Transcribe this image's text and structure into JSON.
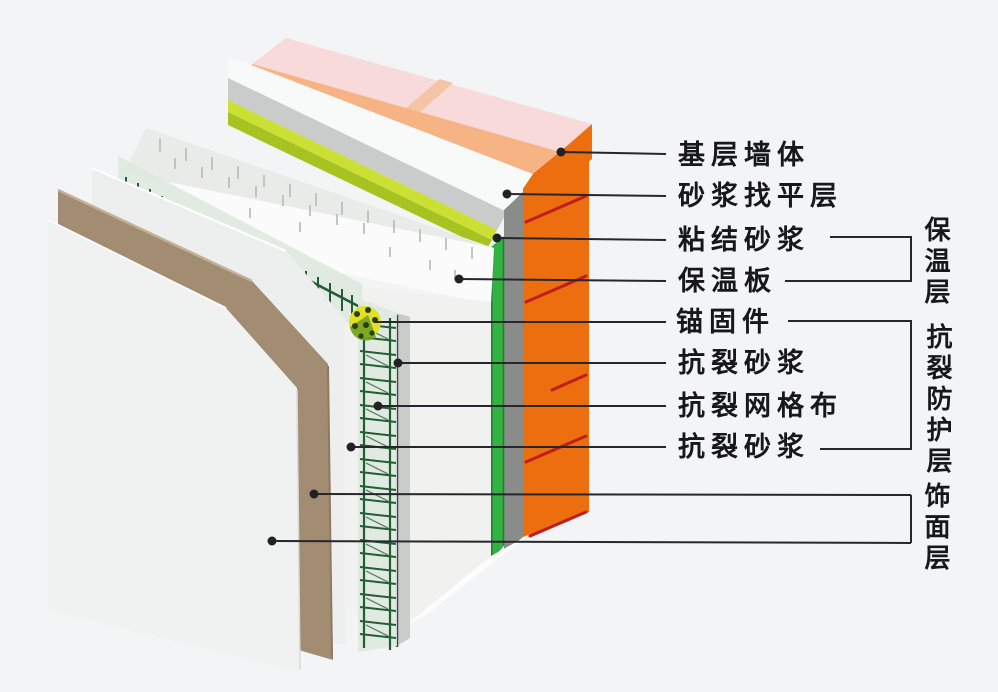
{
  "figure": {
    "type": "wall-insulation-system-cutaway-diagram",
    "layer_labels": [
      {
        "id": "base-wall",
        "label": "基层墙体"
      },
      {
        "id": "leveling-mortar",
        "label": "砂浆找平层"
      },
      {
        "id": "bonding-mortar",
        "label": "粘结砂浆"
      },
      {
        "id": "insulation-board",
        "label": "保温板"
      },
      {
        "id": "anchor-fastener",
        "label": "锚固件"
      },
      {
        "id": "anti-crack-mortar-inner",
        "label": "抗裂砂浆"
      },
      {
        "id": "anti-crack-mesh",
        "label": "抗裂网格布"
      },
      {
        "id": "anti-crack-mortar-outer",
        "label": "抗裂砂浆"
      }
    ],
    "group_labels": [
      {
        "id": "insulation-layer",
        "label": "保温层"
      },
      {
        "id": "anti-crack-protective-layer",
        "label": "抗裂防护层"
      },
      {
        "id": "finish-layer",
        "label": "饰面层"
      }
    ],
    "colors": {
      "background": "#f3f4f6",
      "base_wall_orange": "#ec6e0e",
      "brick_top_pink": "#f8dada",
      "brick_front_peach": "#f6b383",
      "brick_course_red": "#c01c1c",
      "leveling_white": "#f8f9f9",
      "leveling_gray": "#c9ccca",
      "leveling_side_gray": "#8a8c8a",
      "bonding_lime": "#ccdf35",
      "bonding_green_strip": "#33b244",
      "insulation_white": "#e9ebe9",
      "mesh_grid_green": "#235c35",
      "anchor_yellow": "#e3df25",
      "finish_brown": "#a28c72",
      "finish_panel_white": "#f0f1f1",
      "leader_line_black": "#26262b"
    }
  }
}
